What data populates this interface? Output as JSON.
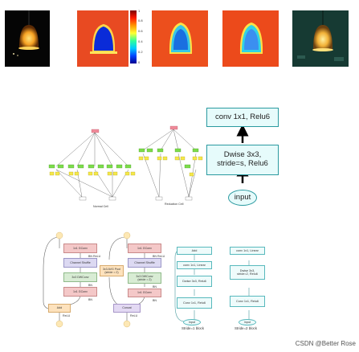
{
  "colorbar": {
    "ticks": [
      "1",
      "0.8",
      "0.6",
      "0.4",
      "0.2",
      "0"
    ]
  },
  "nas_diagram": {
    "normal_label": "Normal Cell",
    "reduction_label": "Reduction Cell"
  },
  "mobilenet_block": {
    "conv_label": "conv 1x1, Relu6",
    "dwise_label": "Dwise 3x3,\nstride=s, Relu6",
    "input_label": "input"
  },
  "shufflenet": {
    "left": {
      "gconv_top": "1x1 GConv",
      "bn_relu": "BN ReLU",
      "shuffle": "Channel Shuffle",
      "dwconv": "3x3 DWConv",
      "bn": "BN",
      "gconv_bottom": "1x1 GConv",
      "bn2": "BN",
      "merge": "Add",
      "relu": "ReLU"
    },
    "right": {
      "gconv_top": "1x1 GConv",
      "bn_relu": "BN ReLU",
      "shuffle": "Channel Shuffle",
      "pool": "3x3 AVG Pool\n(stride = 2)",
      "dwconv": "3x3 DWConv\n(stride = 2)",
      "bn": "BN",
      "gconv_bottom": "1x1 GConv",
      "bn2": "BN",
      "merge": "Concat",
      "relu": "ReLU"
    }
  },
  "mobilenet_v2": {
    "stride1": {
      "add": "Add",
      "linear": "conv 1x1, Linear",
      "dwise": "Dwise 3x3, Relu6",
      "conv": "Conv 1x1, Relu6",
      "input": "input",
      "caption": "Stride=1 block"
    },
    "stride2": {
      "linear": "conv 1x1, Linear",
      "dwise": "Dwise 3x3,\nstride=2, Relu6",
      "conv": "Conv 1x1, Relu6",
      "input": "input",
      "caption": "Stride=2 block"
    }
  },
  "watermark": "CSDN @Better Rose"
}
